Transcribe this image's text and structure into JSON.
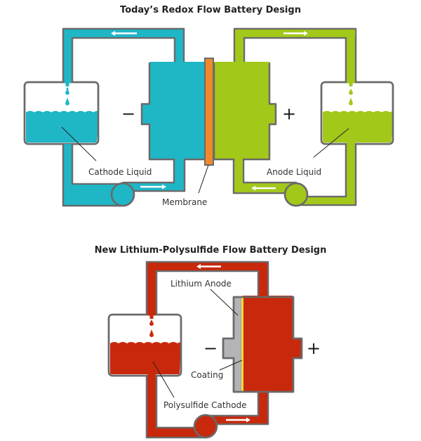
{
  "diagram_top": {
    "title": "Today’s Redox Flow Battery Design",
    "labels": {
      "cathode_liquid": "Cathode Liquid",
      "anode_liquid": "Anode Liquid",
      "membrane": "Membrane",
      "negative": "−",
      "positive": "+"
    },
    "colors": {
      "cathode": "#1fb6c6",
      "anode": "#a2c81a",
      "membrane": "#f0892a",
      "outline": "#6a6a6a"
    }
  },
  "diagram_bottom": {
    "title": "New Lithium-Polysulfide Flow Battery Design",
    "labels": {
      "lithium_anode": "Lithium Anode",
      "coating": "Coating",
      "polysulfide_cathode": "Polysulfide Cathode",
      "negative": "−",
      "positive": "+"
    },
    "colors": {
      "cathode": "#c8290c",
      "anode": "#b4b4b8",
      "coating": "#f2dd3a",
      "outline": "#6a6a6a"
    }
  }
}
